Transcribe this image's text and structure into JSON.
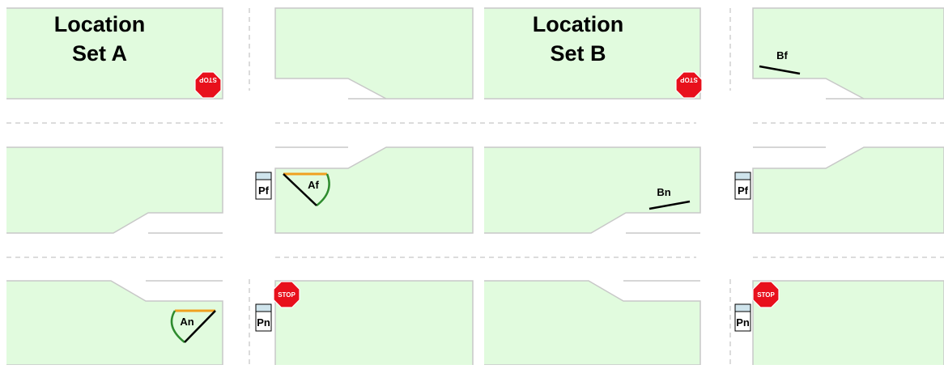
{
  "titles": {
    "set_a_line1": "Location",
    "set_a_line2": "Set A",
    "set_b_line1": "Location",
    "set_b_line2": "Set B"
  },
  "stop_sign_text": "STOP",
  "labels": {
    "bf": "Bf",
    "af": "Af",
    "bn": "Bn",
    "an": "An",
    "pf_a": "Pf",
    "pf_b": "Pf",
    "pn_a": "Pn",
    "pn_b": "Pn"
  },
  "colors": {
    "block_fill": "#e1fbde",
    "curb": "#c8c8c8",
    "stop_red": "#e8101c",
    "wedge_green": "#2e8b2e",
    "wedge_orange": "#f0a020",
    "signal_head": "#cfe4ec"
  }
}
